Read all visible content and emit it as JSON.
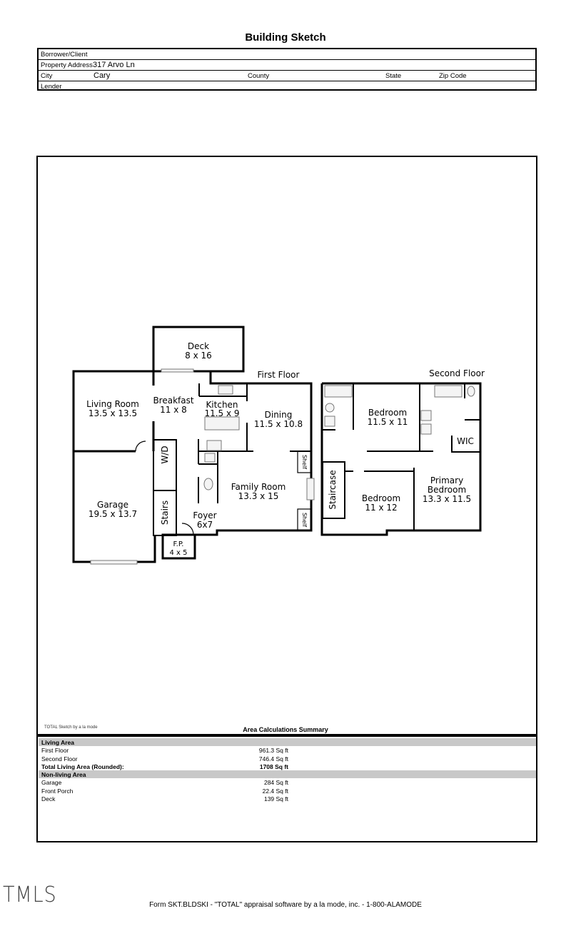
{
  "title": "Building Sketch",
  "header": {
    "borrower_label": "Borrower/Client",
    "address_label": "Property Address",
    "address_value": "317 Arvo Ln",
    "city_label": "City",
    "city_value": "Cary",
    "county_label": "County",
    "state_label": "State",
    "zip_label": "Zip Code",
    "lender_label": "Lender"
  },
  "sketch": {
    "first_floor_label": "First Floor",
    "second_floor_label": "Second Floor",
    "rooms": {
      "deck": {
        "name": "Deck",
        "dim": "8 x 16"
      },
      "living": {
        "name": "Living Room",
        "dim": "13.5 x 13.5"
      },
      "breakfast": {
        "name": "Breakfast",
        "dim": "11 x 8"
      },
      "kitchen": {
        "name": "Kitchen",
        "dim": "11.5 x 9"
      },
      "dining": {
        "name": "Dining",
        "dim": "11.5 x 10.8"
      },
      "family": {
        "name": "Family Room",
        "dim": "13.3 x 15"
      },
      "garage": {
        "name": "Garage",
        "dim": "19.5 x 13.7"
      },
      "foyer": {
        "name": "Foyer",
        "dim": "6x7"
      },
      "porch": {
        "name": "F.P.",
        "dim": "4 x 5"
      },
      "wd": "W/D",
      "stairs": "Stairs",
      "shelf1": "Shelf",
      "shelf2": "Shelf",
      "bed1": {
        "name": "Bedroom",
        "dim": "11.5 x 11"
      },
      "bed2": {
        "name": "Bedroom",
        "dim": "11 x 12"
      },
      "primary": {
        "name1": "Primary",
        "name2": "Bedroom",
        "dim": "13.3 x 11.5"
      },
      "wic": "WIC",
      "staircase": "Staircase"
    }
  },
  "credit": "TOTAL Sketch by a la mode",
  "summary": {
    "title": "Area Calculations Summary",
    "living_header": "Living Area",
    "living_rows": [
      {
        "label": "First Floor",
        "value": "961.3 Sq ft"
      },
      {
        "label": "Second Floor",
        "value": "746.4 Sq ft"
      }
    ],
    "total_label": "Total Living Area (Rounded):",
    "total_value": "1708 Sq ft",
    "nonliving_header": "Non-living Area",
    "nonliving_rows": [
      {
        "label": "Garage",
        "value": "284 Sq ft"
      },
      {
        "label": "Front Porch",
        "value": "22.4 Sq ft"
      },
      {
        "label": "Deck",
        "value": "139 Sq ft"
      }
    ]
  },
  "logo": "TMLS",
  "footer": "Form SKT.BLDSKI - \"TOTAL\" appraisal software by a la mode, inc. - 1-800-ALAMODE"
}
